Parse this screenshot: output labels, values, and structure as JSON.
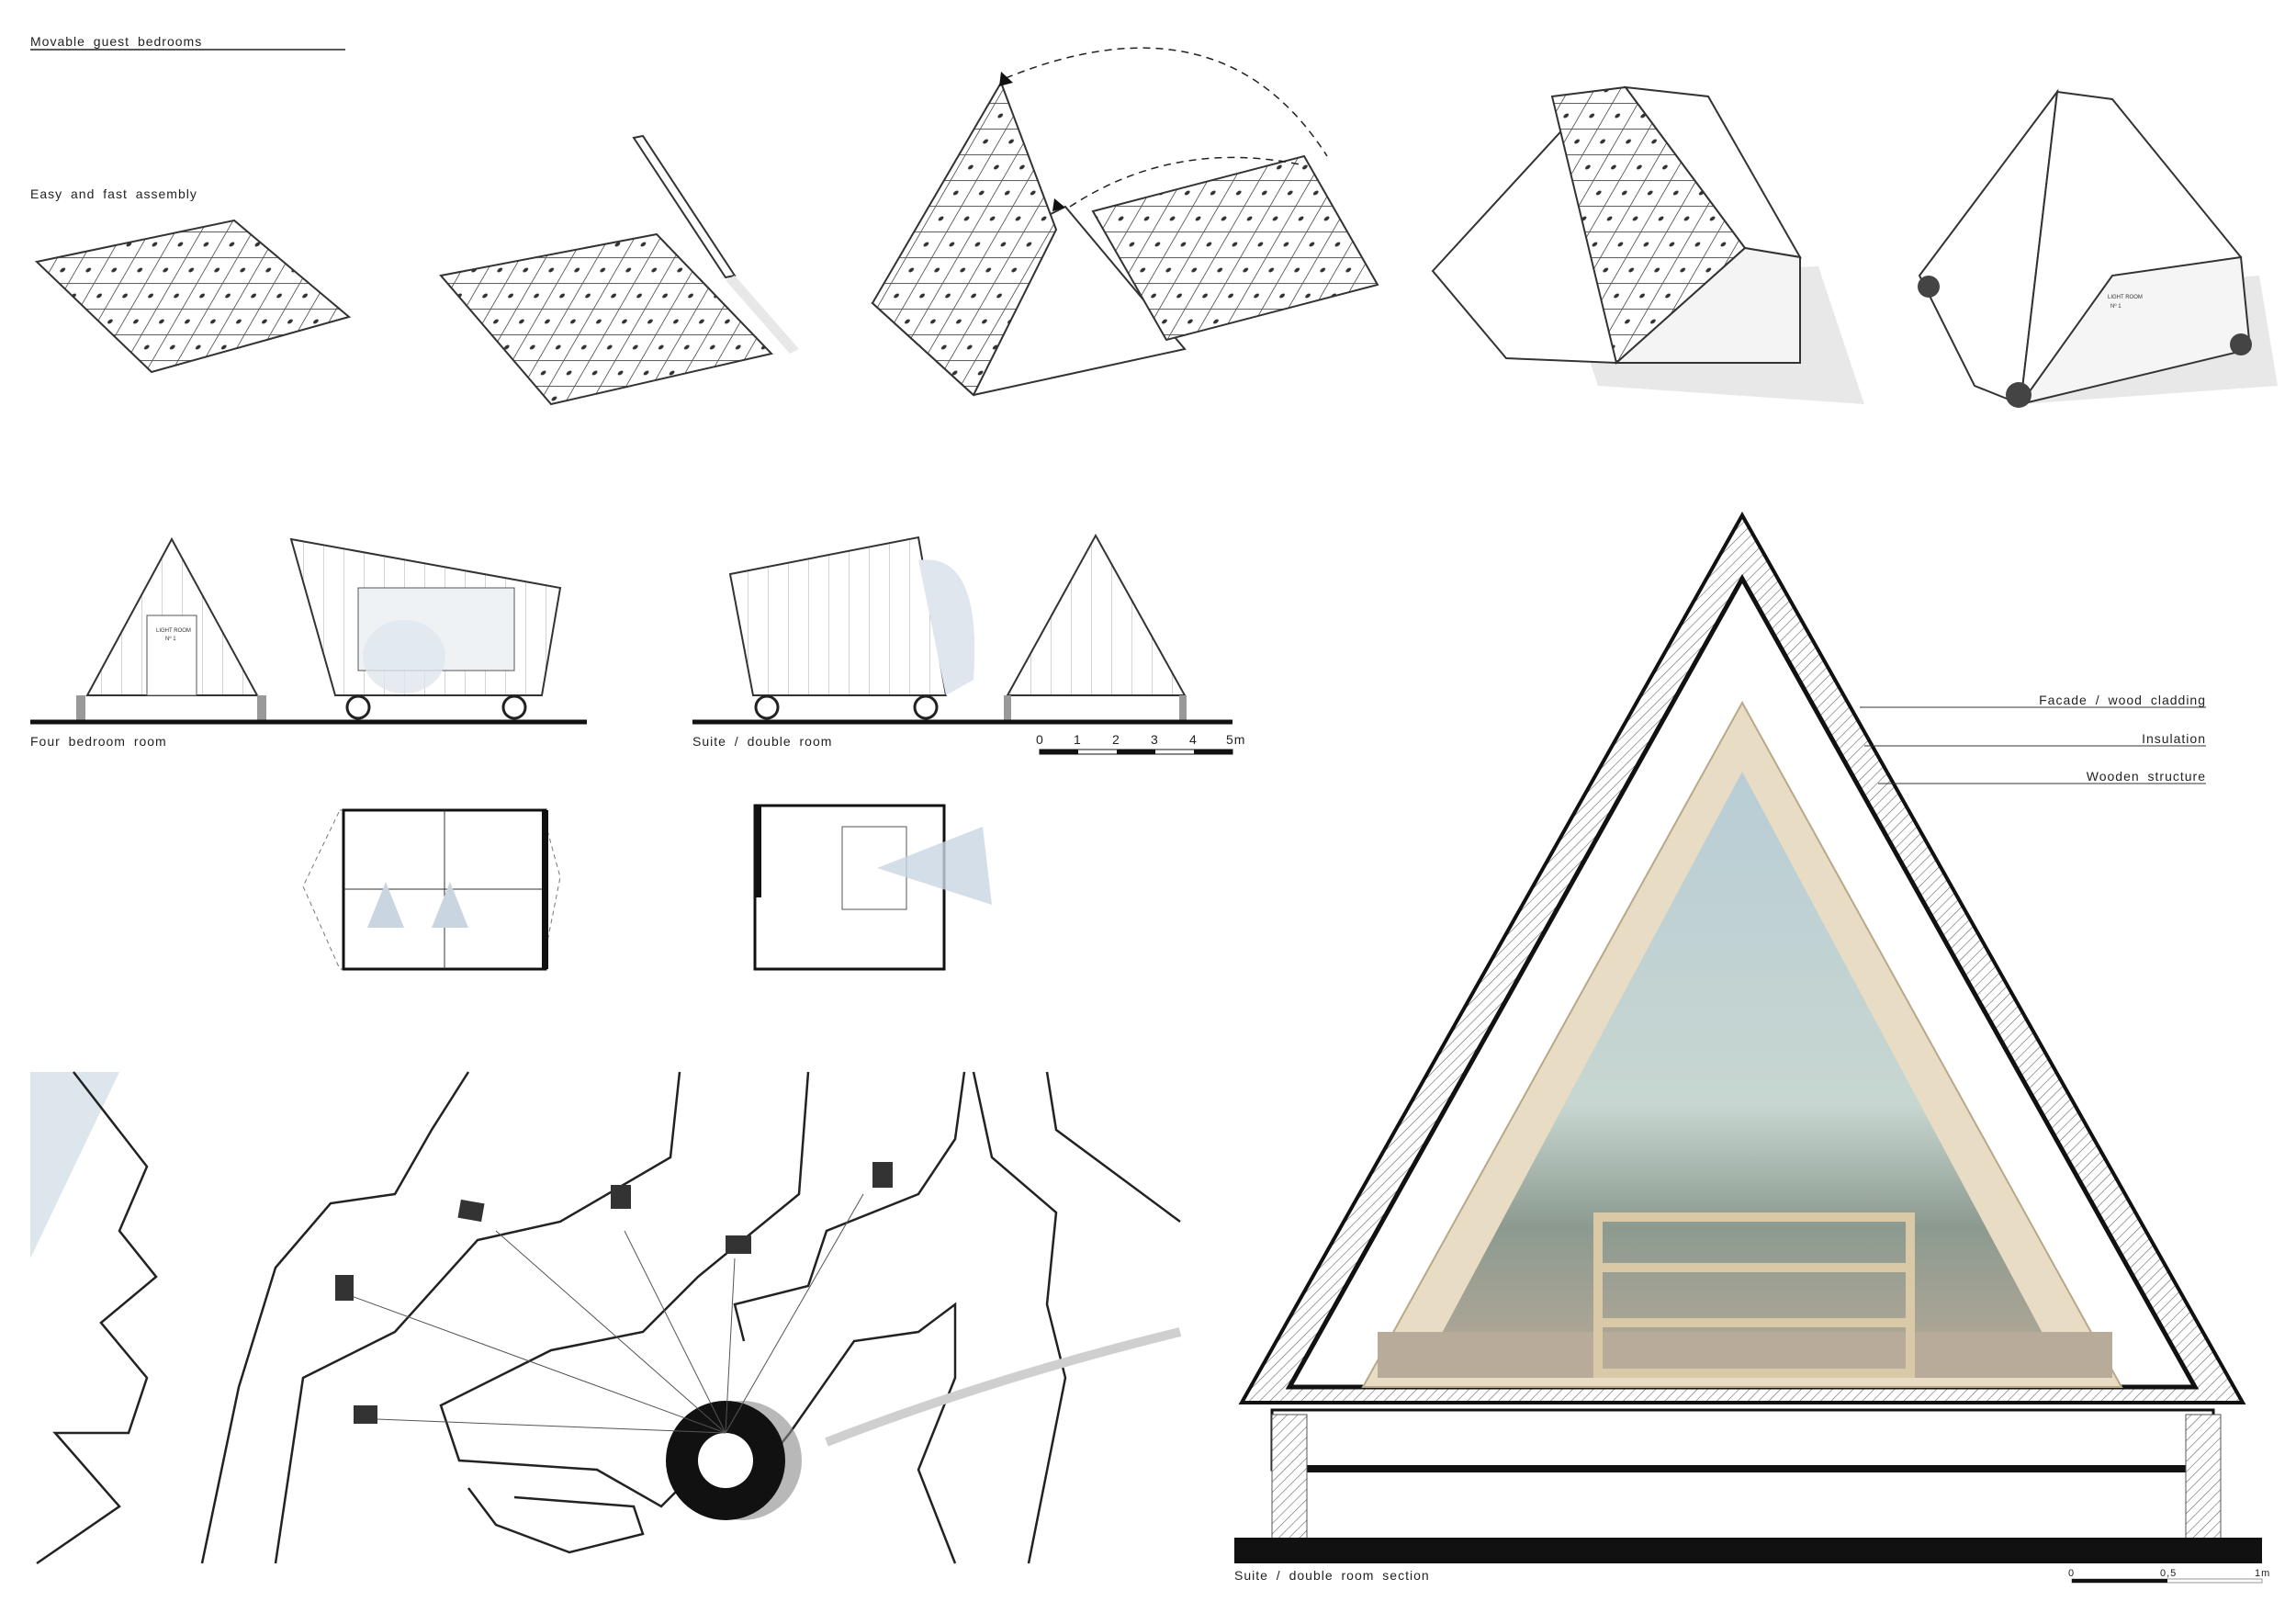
{
  "title": "Movable guest bedrooms",
  "assembly_heading": "Easy and fast assembly",
  "elevations": {
    "four_bedroom_label": "Four bedroom room",
    "suite_label": "Suite / double room",
    "door_sign_line1": "LIGHT ROOM",
    "door_sign_line2": "Nº 1",
    "scale_ticks": [
      "0",
      "1",
      "2",
      "3",
      "4",
      "5m"
    ]
  },
  "section": {
    "label": "Suite / double room section",
    "annotations": [
      "Facade / wood cladding",
      "Insulation",
      "Wooden structure"
    ],
    "scale_ticks": [
      "0",
      "0,5",
      "1m"
    ]
  },
  "colors": {
    "ink": "#111111",
    "wood": "#e8dcc4",
    "glass": "#c9d6dc",
    "shadow": "#e6e6e6"
  }
}
